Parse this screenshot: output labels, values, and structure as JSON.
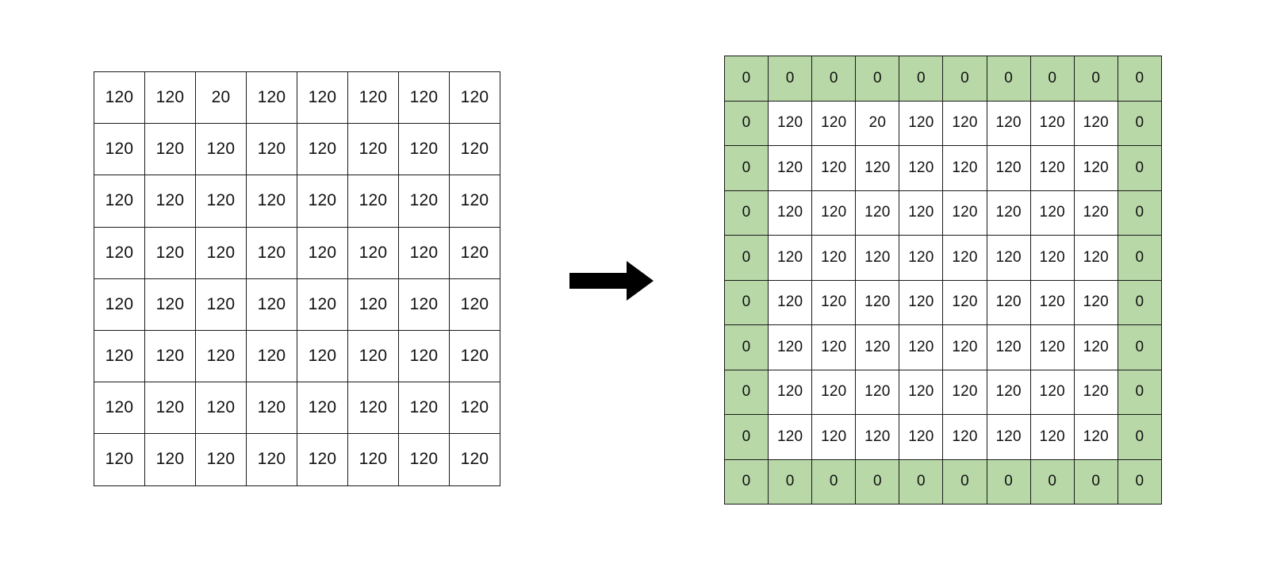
{
  "figure": {
    "background_color": "#ffffff",
    "pad_fill_color": "#b8d8a8",
    "grid_line_color": "#1a1a1a",
    "text_color": "#111111",
    "arrow_color": "#000000",
    "arrow_icon": "arrow-right-icon",
    "arrow_direction": "right"
  },
  "chart_data": {
    "type": "table",
    "title": "",
    "subtitle": "",
    "xlabel": "",
    "ylabel": "",
    "grid": true,
    "legend": "none",
    "annotations": [],
    "panels": [
      {
        "name": "input-grid",
        "role": "input",
        "rows": 8,
        "cols": 8,
        "pad": 0,
        "cell_fill": "#ffffff",
        "values": [
          [
            120,
            120,
            20,
            120,
            120,
            120,
            120,
            120
          ],
          [
            120,
            120,
            120,
            120,
            120,
            120,
            120,
            120
          ],
          [
            120,
            120,
            120,
            120,
            120,
            120,
            120,
            120
          ],
          [
            120,
            120,
            120,
            120,
            120,
            120,
            120,
            120
          ],
          [
            120,
            120,
            120,
            120,
            120,
            120,
            120,
            120
          ],
          [
            120,
            120,
            120,
            120,
            120,
            120,
            120,
            120
          ],
          [
            120,
            120,
            120,
            120,
            120,
            120,
            120,
            120
          ],
          [
            120,
            120,
            120,
            120,
            120,
            120,
            120,
            120
          ]
        ]
      },
      {
        "name": "padded-grid",
        "role": "zero-padded-output",
        "rows": 10,
        "cols": 10,
        "pad": 1,
        "pad_value": 0,
        "cell_fill": "#ffffff",
        "pad_fill": "#b8d8a8",
        "values": [
          [
            0,
            0,
            0,
            0,
            0,
            0,
            0,
            0,
            0,
            0
          ],
          [
            0,
            120,
            120,
            20,
            120,
            120,
            120,
            120,
            120,
            0
          ],
          [
            0,
            120,
            120,
            120,
            120,
            120,
            120,
            120,
            120,
            0
          ],
          [
            0,
            120,
            120,
            120,
            120,
            120,
            120,
            120,
            120,
            0
          ],
          [
            0,
            120,
            120,
            120,
            120,
            120,
            120,
            120,
            120,
            0
          ],
          [
            0,
            120,
            120,
            120,
            120,
            120,
            120,
            120,
            120,
            0
          ],
          [
            0,
            120,
            120,
            120,
            120,
            120,
            120,
            120,
            120,
            0
          ],
          [
            0,
            120,
            120,
            120,
            120,
            120,
            120,
            120,
            120,
            0
          ],
          [
            0,
            120,
            120,
            120,
            120,
            120,
            120,
            120,
            120,
            0
          ],
          [
            0,
            0,
            0,
            0,
            0,
            0,
            0,
            0,
            0,
            0
          ]
        ]
      }
    ]
  }
}
